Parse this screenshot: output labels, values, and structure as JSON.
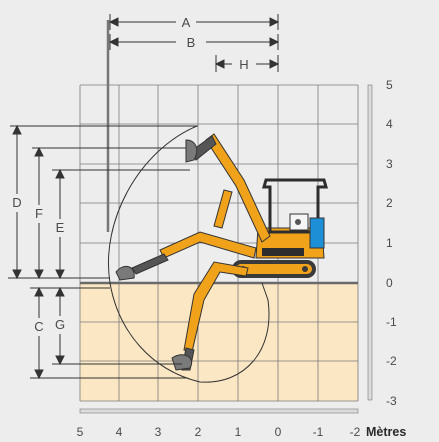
{
  "diagram": {
    "x_axis_ticks": [
      "5",
      "4",
      "3",
      "2",
      "1",
      "0",
      "-1",
      "-2"
    ],
    "x_axis_unit": "Mètres",
    "y_axis_ticks": [
      "5",
      "4",
      "3",
      "2",
      "1",
      "0",
      "-1",
      "-2",
      "-3"
    ],
    "dimension_labels": [
      "A",
      "B",
      "H",
      "D",
      "F",
      "E",
      "C",
      "G"
    ],
    "colors": {
      "background": "#ededed",
      "ground": "#fbe7c3",
      "grid": "#7a7a7a",
      "machine": "#f0a21b",
      "cab": "#2d2d2d",
      "dimension_lines": "#333333"
    }
  }
}
